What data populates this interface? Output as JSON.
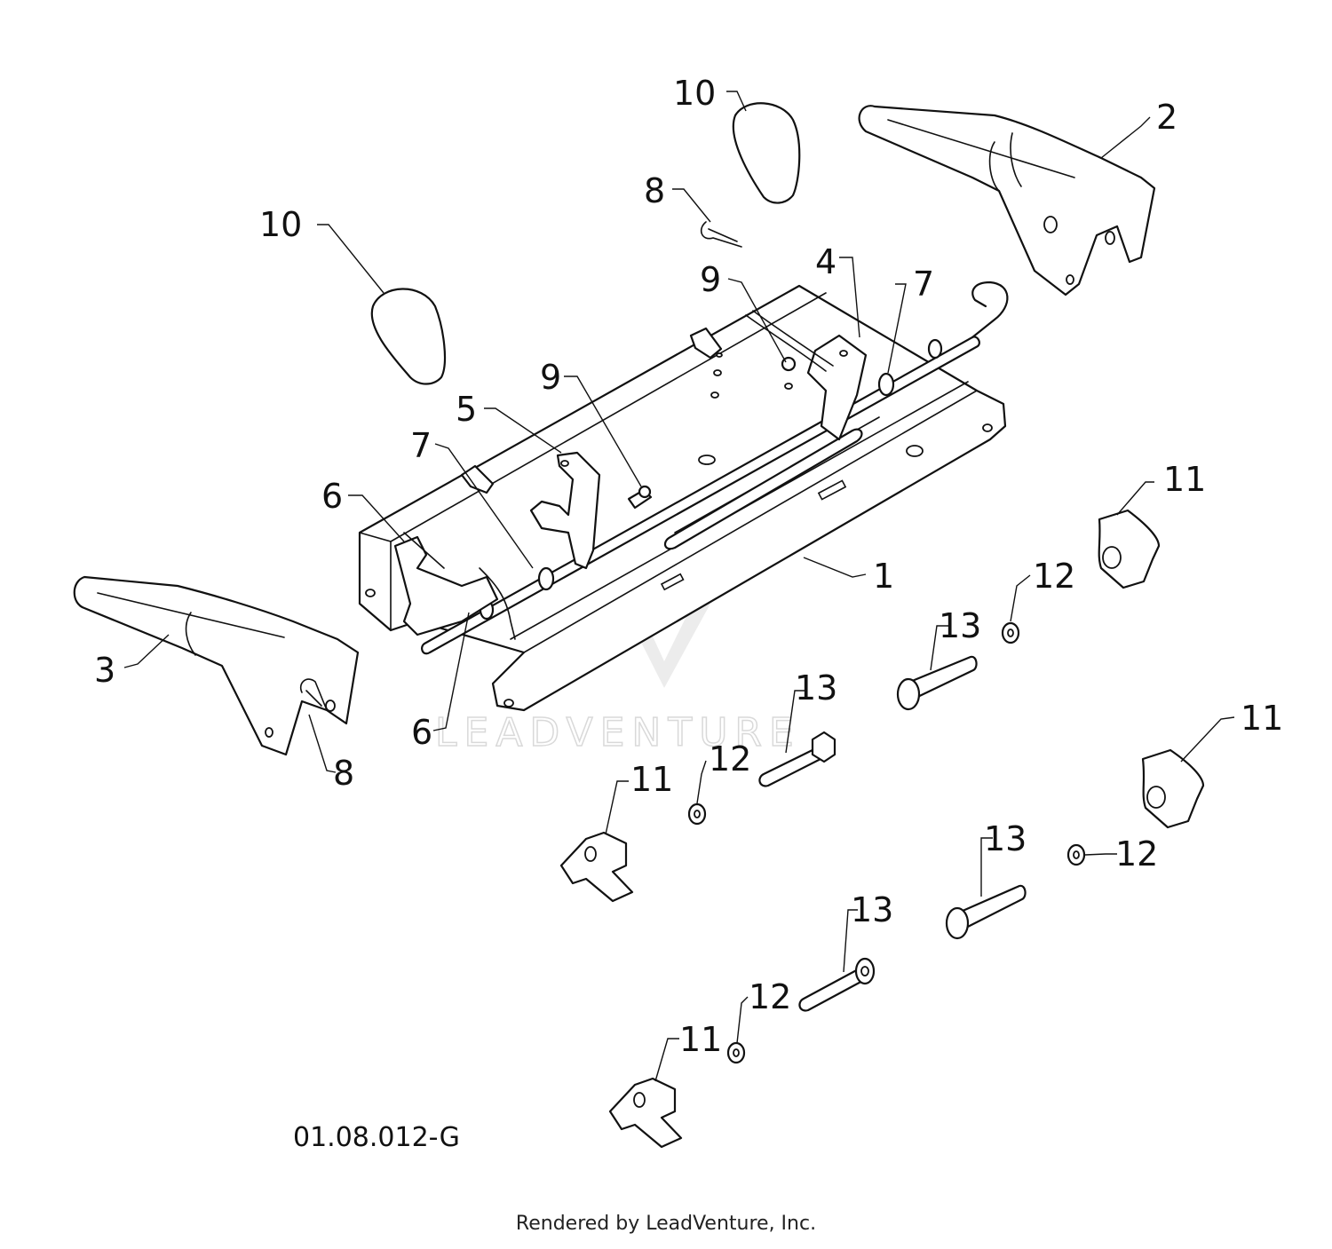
{
  "diagram": {
    "code": "01.08.012-G",
    "watermark": "LEADVENTURE",
    "callouts": [
      "1",
      "2",
      "3",
      "4",
      "5",
      "6",
      "6",
      "7",
      "7",
      "8",
      "8",
      "9",
      "9",
      "10",
      "10",
      "11",
      "11",
      "11",
      "11",
      "12",
      "12",
      "12",
      "12",
      "13",
      "13",
      "13",
      "13"
    ]
  },
  "footer": {
    "text": "Rendered by LeadVenture, Inc."
  },
  "colors": {
    "line": "#111111",
    "watermark": "#d9d9d9"
  }
}
